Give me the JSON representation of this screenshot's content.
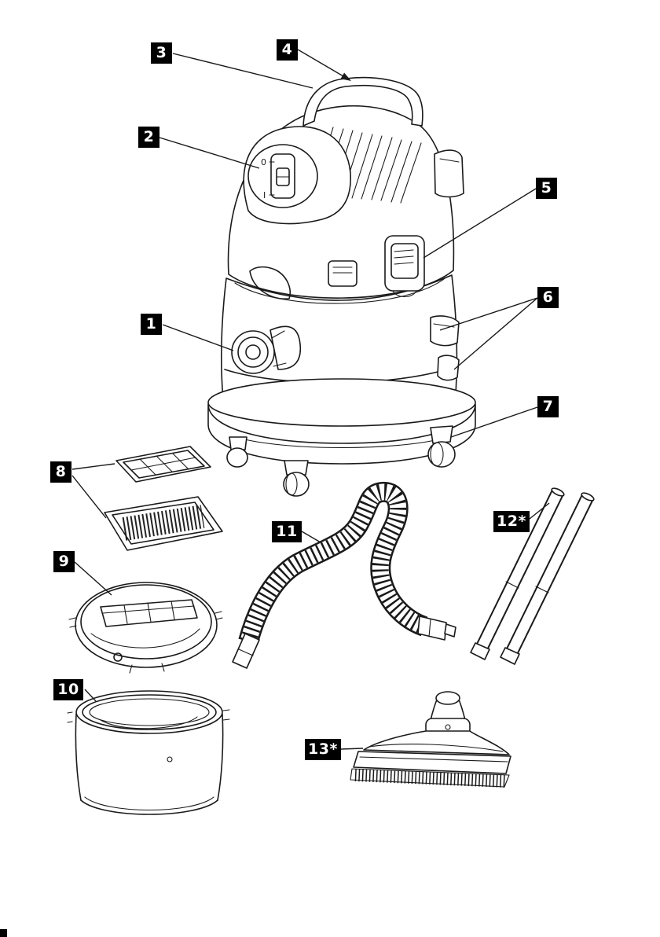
{
  "diagram": {
    "kind": "exploded-parts-overview",
    "subject": "wet-dry vacuum cleaner with accessories",
    "ink_color": "#1a1a1a",
    "background": "#ffffff",
    "callouts": {
      "c1": {
        "label": "1"
      },
      "c2": {
        "label": "2"
      },
      "c3": {
        "label": "3"
      },
      "c4": {
        "label": "4"
      },
      "c5": {
        "label": "5"
      },
      "c6": {
        "label": "6"
      },
      "c7": {
        "label": "7"
      },
      "c8": {
        "label": "8"
      },
      "c9": {
        "label": "9"
      },
      "c10": {
        "label": "10"
      },
      "c11": {
        "label": "11"
      },
      "c12": {
        "label": "12*"
      },
      "c13": {
        "label": "13*"
      }
    },
    "switch": {
      "off_mark": "0",
      "on_mark": "I"
    }
  }
}
